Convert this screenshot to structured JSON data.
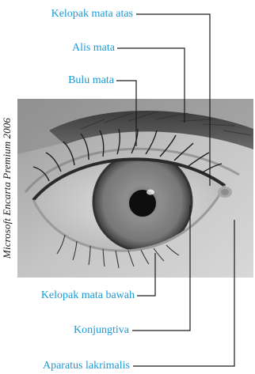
{
  "labels": {
    "upper_eyelid": "Kelopak mata atas",
    "eyebrow": "Alis mata",
    "eyelash": "Bulu mata",
    "lower_eyelid": "Kelopak mata bawah",
    "conjunctiva": "Konjungtiva",
    "lacrimal_apparatus": "Aparatus lakrimalis"
  },
  "credit": "Microsoft Encarta Premium 2006",
  "colors": {
    "label": "#1a9ad6",
    "leader_line": "#1a1a1a",
    "credit_text": "#1a1a1a"
  }
}
